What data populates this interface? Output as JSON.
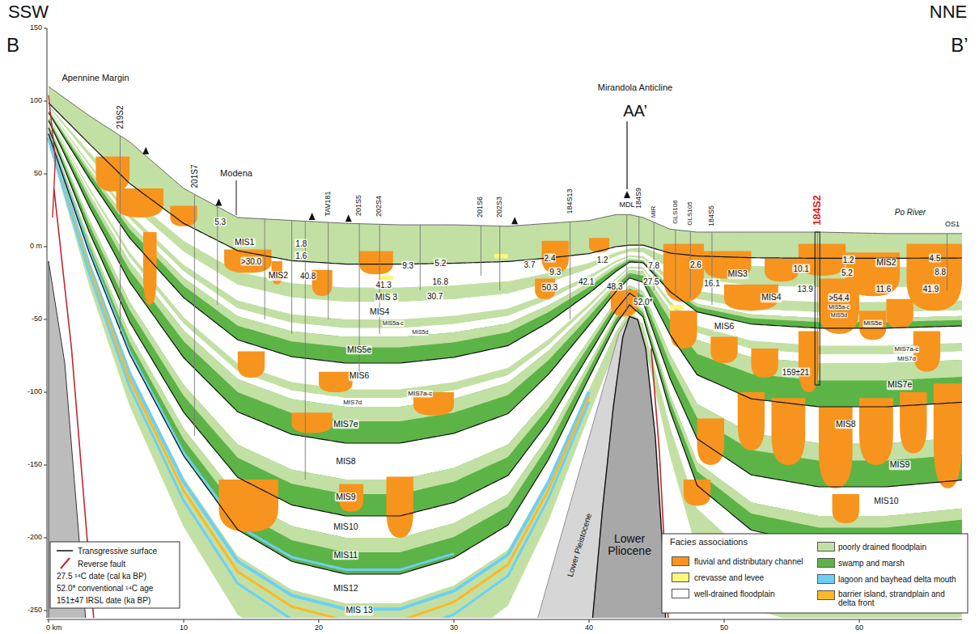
{
  "diagram": {
    "labels": [
      "SSW",
      "B",
      "NNE",
      "B’",
      "Apennine Margin",
      "Mirandola Anticline",
      "AA’",
      "Modena",
      "Po River",
      "219S2",
      "201S7",
      "TAV181",
      "201S5",
      "202S4",
      "201S6",
      "202S3",
      "184S13",
      "MDL",
      "184S9",
      "MIR",
      "GLS106",
      "GLS105",
      "184S5",
      "184S2",
      "OS1",
      "150",
      "100",
      "50",
      "0 m",
      "-50",
      "-100",
      "-150",
      "-200",
      "-250",
      "0 km",
      "10",
      "20",
      "30",
      "40",
      "50",
      "60",
      "MIS1",
      "MIS2",
      "MIS 3",
      "MIS4",
      "MIS5a-c",
      "MIS5d",
      "MIS5e",
      "MIS6",
      "MIS7a-c",
      "MIS7d",
      "MIS7e",
      "MIS8",
      "MIS9",
      "MIS10",
      "MIS11",
      "MIS12",
      "MIS 13",
      "MIS3",
      "MIS2",
      "MIS4",
      "MIS5a-c",
      "MIS5d",
      "MIS5e",
      "MIS6",
      "MIS7a-c",
      "MIS7d",
      "MIS7e",
      "MIS8",
      "MIS9",
      "MIS10",
      "5.3",
      "1.8",
      "1.6",
      ">30.0",
      "40.8",
      "9.3",
      "41.3",
      "5.2",
      "16.8",
      "30.7",
      "3.7",
      "2.4",
      "9.3",
      "50.3",
      "42.1",
      "1.2",
      "48.3",
      "7.8",
      "27.5",
      "52.0*",
      "2.6",
      "16.1",
      "10.1",
      "1.2",
      "5.2",
      "13.9",
      "11.6",
      ">54.4",
      "159±21",
      "4.5",
      "8.8",
      "41.9",
      "Lower Pliocene",
      "Lower Pleistocene",
      "Facies associations"
    ],
    "legend": [
      {
        "text": "Transgressive surface"
      },
      {
        "text": "Reverse fault"
      },
      {
        "text": "27.5 ¹⁴C date (cal ka BP)"
      },
      {
        "text": "52.0* conventional ¹⁴C age"
      },
      {
        "text": "151±47 IRSL date (ka BP)"
      },
      {
        "text": "fluvial and distributary channel",
        "color": "#f7941d"
      },
      {
        "text": "crevasse and levee",
        "color": "#fff57a"
      },
      {
        "text": "well-drained floodplain",
        "color": "#ffffff"
      },
      {
        "text": "poorly drained floodplain",
        "color": "#c2e0a3"
      },
      {
        "text": "swamp and marsh",
        "color": "#5cb447"
      },
      {
        "text": "lagoon and bayhead delta mouth",
        "color": "#6ccff6"
      },
      {
        "text": "barrier island, strandplain and delta front",
        "color": "#fbb829"
      }
    ]
  }
}
